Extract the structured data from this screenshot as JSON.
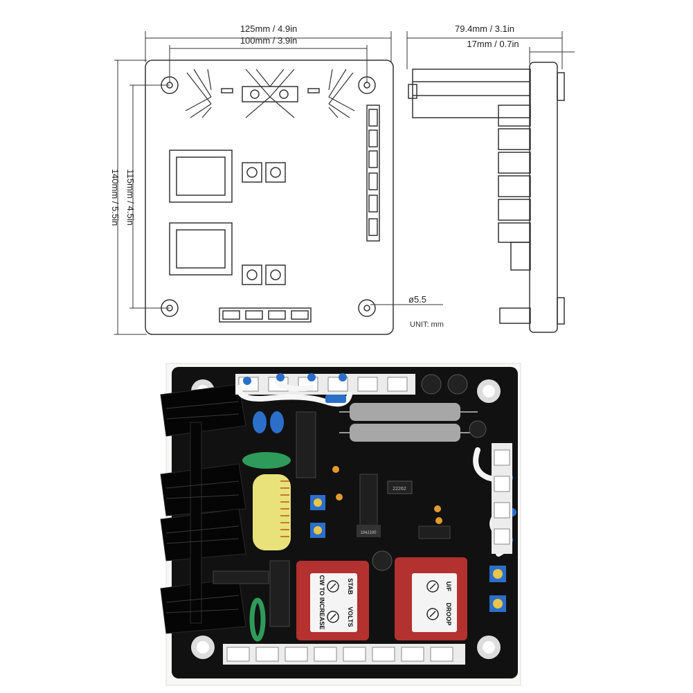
{
  "drawing": {
    "dimensions": {
      "overall_width": "125mm / 4.9in",
      "hole_spacing_width": "100mm / 3.9in",
      "depth": "79.4mm / 3.1in",
      "base_depth": "17mm / 0.7in",
      "overall_height": "140mm / 5.5in",
      "hole_spacing_height": "115mm / 4.5in",
      "hole_diameter": "ø5.5",
      "unit": "UNIT:  mm"
    }
  },
  "photo": {
    "label_left_1": "CW TO INCREASE",
    "label_left_2": "VOLTS",
    "label_left_3": "STAB",
    "label_right_1": "U/F",
    "label_right_2": "DROOP",
    "ic_label": "22262",
    "capacitor_label": "104J100"
  },
  "colors": {
    "pcb": "#111111",
    "transformer": "#b3312f",
    "label_white": "#f4f4f4",
    "toroid": "#e9e27a",
    "resistor": "#a7a7a7",
    "trimmer_blue": "#2b6fc9"
  }
}
